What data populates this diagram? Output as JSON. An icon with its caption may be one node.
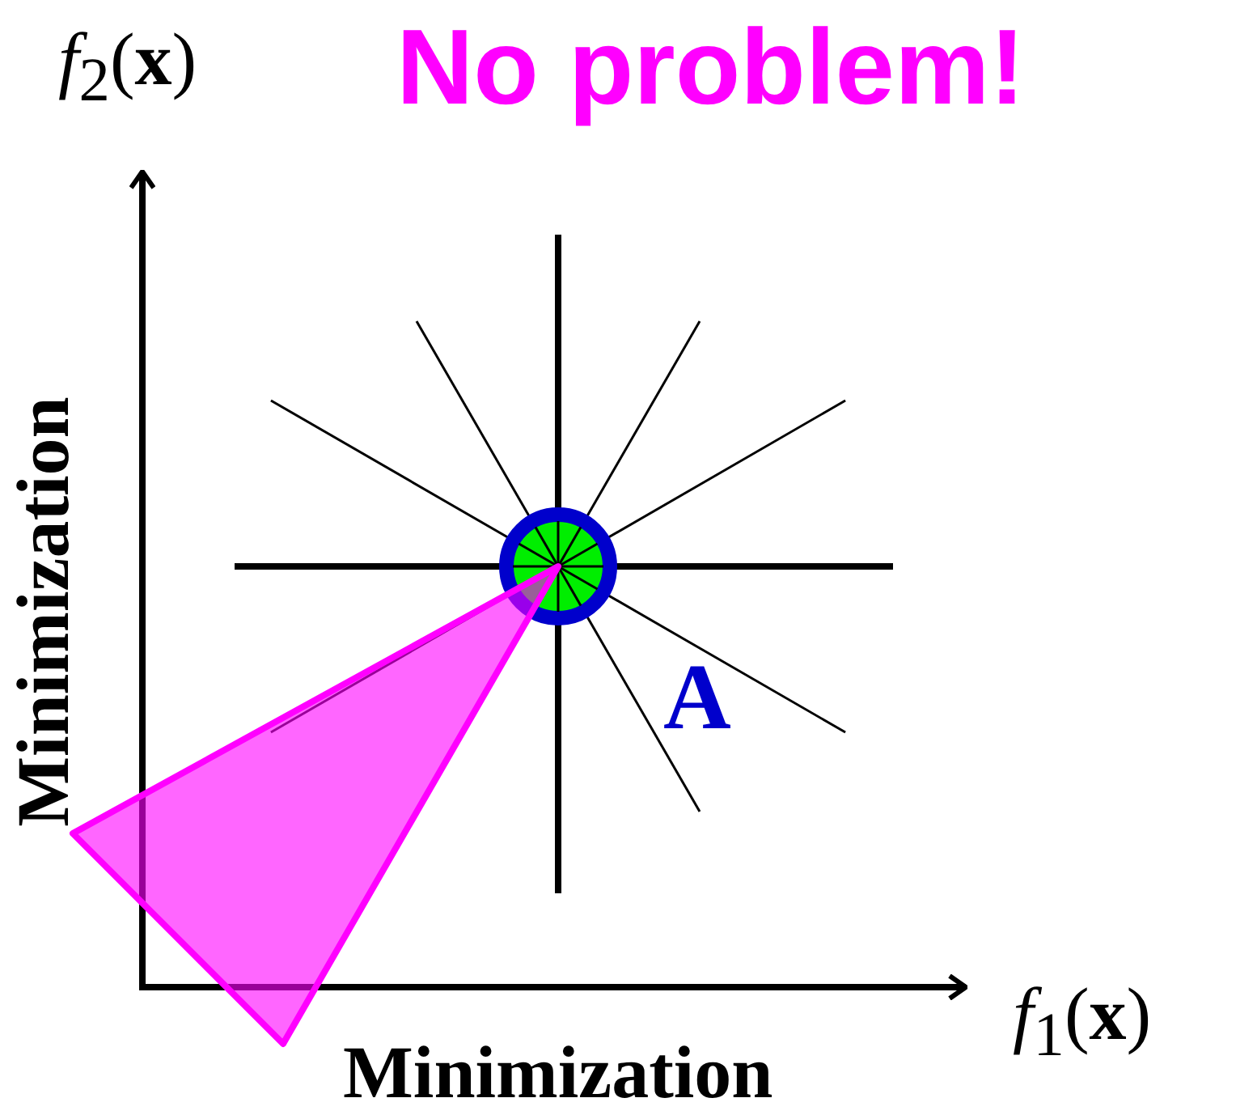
{
  "diagram": {
    "nodes": [
      {
        "text": [],
        "shape": "triangle"
      }
    ],
    "labels": [
      "*f*$_{2}$(**x**)",
      "No problem!",
      "Minimization",
      "A",
      "*f*$_{1}$(**x**)",
      "Minimization"
    ]
  }
}
